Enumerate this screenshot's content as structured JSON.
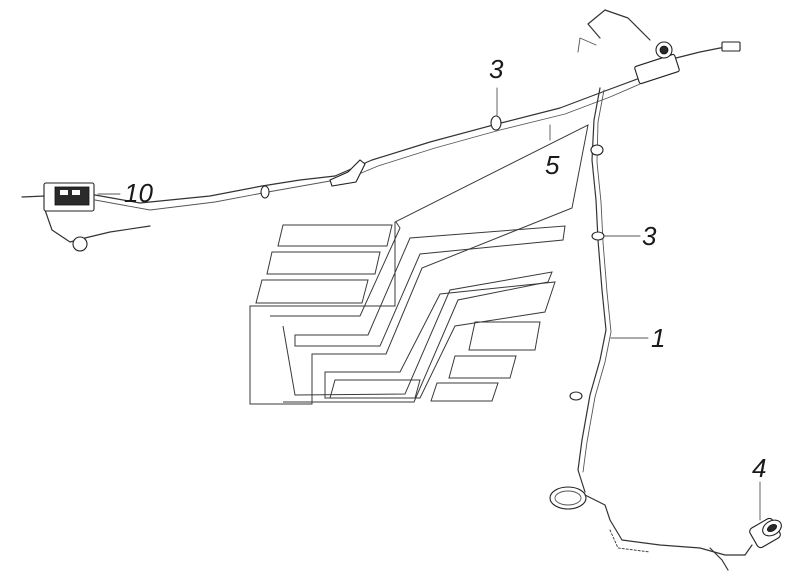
{
  "callouts": {
    "c1": "1",
    "c3a": "3",
    "c3b": "3",
    "c4": "4",
    "c5": "5",
    "c10": "10"
  }
}
